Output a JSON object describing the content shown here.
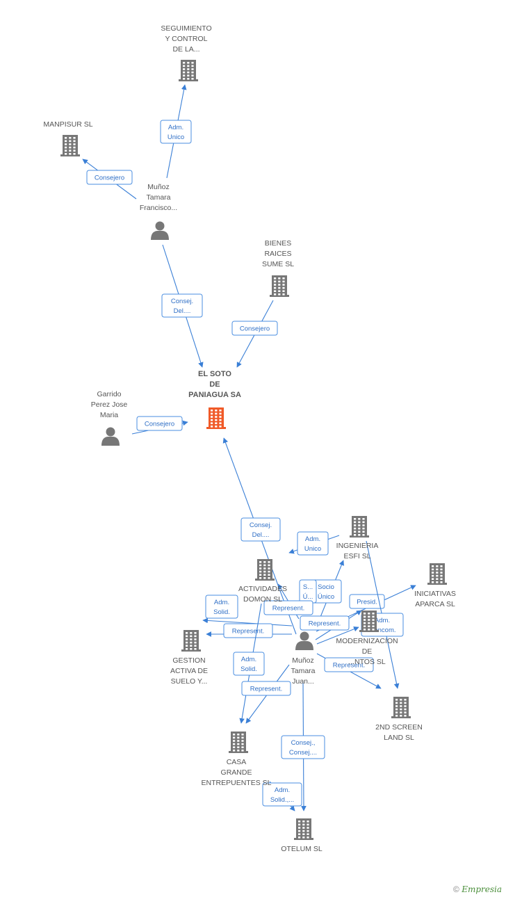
{
  "colors": {
    "company": "#777777",
    "focus_company": "#f05a28",
    "person": "#777777",
    "edge": "#3a7fd6",
    "edge_label": "#2f6fc6"
  },
  "nodes": [
    {
      "id": "seguimiento",
      "type": "company",
      "lines": [
        "SEGUIMIENTO",
        "Y CONTROL",
        "DE LA..."
      ]
    },
    {
      "id": "manpisur",
      "type": "company",
      "lines": [
        "MANPISUR SL"
      ]
    },
    {
      "id": "munoz_francisco",
      "type": "person",
      "lines": [
        "Muñoz",
        "Tamara",
        "Francisco..."
      ]
    },
    {
      "id": "bienes",
      "type": "company",
      "lines": [
        "BIENES",
        "RAICES",
        "SUME  SL"
      ]
    },
    {
      "id": "elsoto",
      "type": "focus_company",
      "lines": [
        "EL SOTO",
        "DE",
        "PANIAGUA SA"
      ]
    },
    {
      "id": "garrido",
      "type": "person",
      "lines": [
        "Garrido",
        "Perez Jose",
        "Maria"
      ]
    },
    {
      "id": "ingenieria",
      "type": "company",
      "lines": [
        "INGENIERIA",
        "ESFI SL"
      ]
    },
    {
      "id": "actividades",
      "type": "company",
      "lines": [
        "ACTIVIDADES",
        "DOMON SL"
      ]
    },
    {
      "id": "iniciativas",
      "type": "company",
      "lines": [
        "INICIATIVAS",
        "APARCA SL"
      ]
    },
    {
      "id": "modernizacion",
      "type": "company",
      "lines": [
        "MODERNIZACION",
        "DE",
        "...NTOS SL"
      ]
    },
    {
      "id": "gestion",
      "type": "company",
      "lines": [
        "GESTION",
        "ACTIVA DE",
        "SUELO Y..."
      ]
    },
    {
      "id": "munoz_juan",
      "type": "person",
      "lines": [
        "Muñoz",
        "Tamara",
        "Juan..."
      ]
    },
    {
      "id": "2ndscreen",
      "type": "company",
      "lines": [
        "2ND SCREEN",
        "LAND SL"
      ]
    },
    {
      "id": "casagrande",
      "type": "company",
      "lines": [
        "CASA",
        "GRANDE",
        "ENTREPUENTES SL"
      ]
    },
    {
      "id": "otelum",
      "type": "company",
      "lines": [
        "OTELUM SL"
      ]
    }
  ],
  "edges": [
    {
      "id": "e1",
      "from": "munoz_francisco",
      "to": "seguimiento",
      "label": [
        "Adm.",
        "Unico"
      ]
    },
    {
      "id": "e2",
      "from": "munoz_francisco",
      "to": "manpisur",
      "label": [
        "Consejero"
      ]
    },
    {
      "id": "e3",
      "from": "munoz_francisco",
      "to": "elsoto",
      "label": [
        "Consej.",
        "Del...."
      ]
    },
    {
      "id": "e4",
      "from": "bienes",
      "to": "elsoto",
      "label": [
        "Consejero"
      ]
    },
    {
      "id": "e5",
      "from": "garrido",
      "to": "elsoto",
      "label": [
        "Consejero"
      ]
    },
    {
      "id": "e6",
      "from": "munoz_juan",
      "to": "elsoto",
      "label": [
        "Consej.",
        "Del...."
      ]
    },
    {
      "id": "e7",
      "from": "munoz_juan",
      "to": "actividades",
      "label": [
        "Adm.",
        "Unico"
      ]
    },
    {
      "id": "e8",
      "from": "munoz_juan",
      "to": "ingenieria",
      "label": [
        "Socio",
        "Único"
      ]
    },
    {
      "id": "e9",
      "from": "munoz_juan",
      "to": "actividades",
      "label": [
        "S...",
        "Ú..."
      ]
    },
    {
      "id": "e10",
      "from": "munoz_juan",
      "to": "gestion",
      "label": [
        "Adm.",
        "Solid."
      ]
    },
    {
      "id": "e11",
      "from": "munoz_juan",
      "to": "gestion",
      "label": [
        "Represent."
      ]
    },
    {
      "id": "e12",
      "from": "munoz_juan",
      "to": "iniciativas",
      "label": [
        "Presid."
      ]
    },
    {
      "id": "e13",
      "from": "munoz_juan",
      "to": "modernizacion",
      "label": [
        "Represent."
      ]
    },
    {
      "id": "e14",
      "from": "munoz_juan",
      "to": "modernizacion",
      "label": [
        "Represent."
      ]
    },
    {
      "id": "e15",
      "from": "ingenieria",
      "to": "2ndscreen",
      "label": [
        "Adm.",
        "Mancom."
      ]
    },
    {
      "id": "e16",
      "from": "munoz_juan",
      "to": "2ndscreen",
      "label": [
        "Represent."
      ]
    },
    {
      "id": "e17",
      "from": "munoz_juan",
      "to": "casagrande",
      "label": [
        "Adm.",
        "Solid."
      ]
    },
    {
      "id": "e18",
      "from": "munoz_juan",
      "to": "casagrande",
      "label": [
        "Represent."
      ]
    },
    {
      "id": "e19",
      "from": "munoz_juan",
      "to": "otelum",
      "label": [
        "Consej.,",
        "Consej...."
      ]
    },
    {
      "id": "e20",
      "from": "casagrande",
      "to": "otelum",
      "label": [
        "Adm.",
        "Solid.,..."
      ]
    }
  ],
  "footer": {
    "copyright_symbol": "©",
    "brand": "Empresia"
  }
}
